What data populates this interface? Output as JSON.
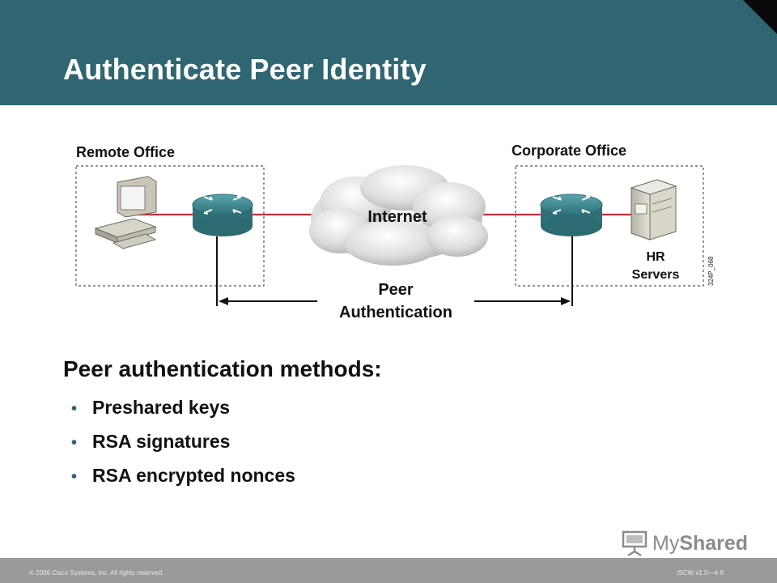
{
  "slide": {
    "title_words": [
      "Authenticate",
      "Peer",
      "Identity"
    ]
  },
  "diagram": {
    "remote_label": "Remote Office",
    "corporate_label": "Corporate Office",
    "cloud_label": "Internet",
    "server_label_line1": "HR",
    "server_label_line2": "Servers",
    "auth_line1": "Peer",
    "auth_line2": "Authentication",
    "figure_id": "324P_068",
    "colors": {
      "link": "#c0313f",
      "router": "#3d8a92",
      "arrow": "#111111",
      "dashed_box": "#555555"
    }
  },
  "content": {
    "heading": "Peer authentication methods:",
    "bullets": [
      "Preshared keys",
      "RSA signatures",
      "RSA encrypted nonces"
    ]
  },
  "footer": {
    "copyright": "© 2006 Cisco Systems, Inc. All rights reserved.",
    "course": "ISCW v1.0—4-8",
    "logo_text_a": "My",
    "logo_text_b": "Shared"
  }
}
